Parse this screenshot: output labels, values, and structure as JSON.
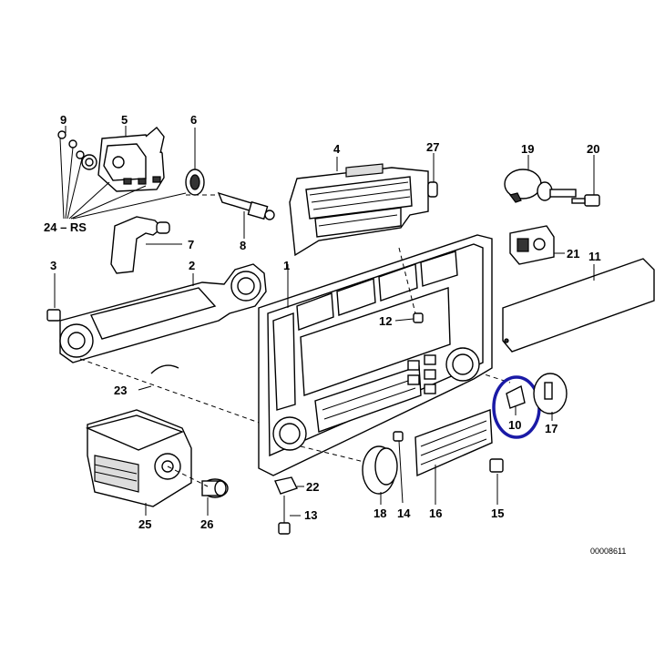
{
  "labels": {
    "p1": "1",
    "p2": "2",
    "p3": "3",
    "p4": "4",
    "p5": "5",
    "p6": "6",
    "p7": "7",
    "p8": "8",
    "p9": "9",
    "p10": "10",
    "p11": "11",
    "p12": "12",
    "p13": "13",
    "p14": "14",
    "p15": "15",
    "p16": "16",
    "p17": "17",
    "p18": "18",
    "p19": "19",
    "p20": "20",
    "p21": "21",
    "p22": "22",
    "p23": "23",
    "p24": "24 – RS",
    "p25": "25",
    "p26": "26",
    "p27": "27"
  },
  "drawing_number": "00008611",
  "highlight_color": "#1a1aa6"
}
